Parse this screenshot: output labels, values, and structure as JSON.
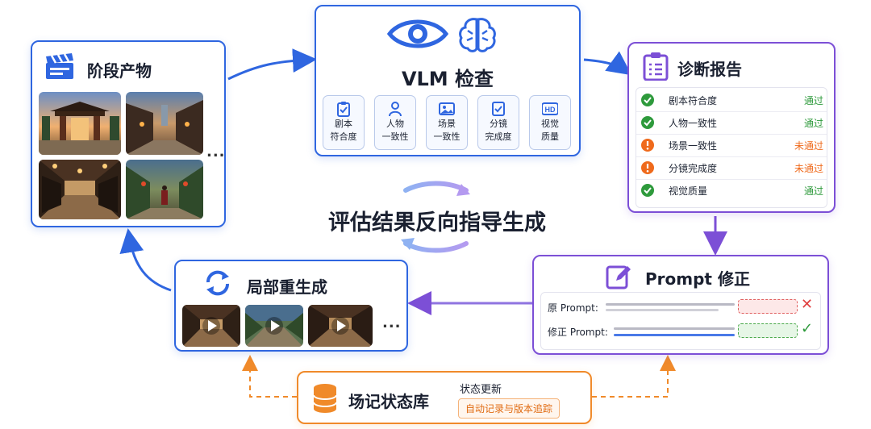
{
  "artifacts": {
    "title": "阶段产物",
    "more": "..."
  },
  "vlm": {
    "title": "VLM 检查",
    "checks": [
      {
        "line1": "剧本",
        "line2": "符合度",
        "icon": "clipboard-check-icon"
      },
      {
        "line1": "人物",
        "line2": "一致性",
        "icon": "person-icon"
      },
      {
        "line1": "场景",
        "line2": "一致性",
        "icon": "image-icon"
      },
      {
        "line1": "分镜",
        "line2": "完成度",
        "icon": "checklist-icon"
      },
      {
        "line1": "视觉",
        "line2": "质量",
        "icon": "hd-icon"
      }
    ]
  },
  "report": {
    "title": "诊断报告",
    "rows": [
      {
        "name": "剧本符合度",
        "status": "通过",
        "pass": true
      },
      {
        "name": "人物一致性",
        "status": "通过",
        "pass": true
      },
      {
        "name": "场景一致性",
        "status": "未通过",
        "pass": false
      },
      {
        "name": "分镜完成度",
        "status": "未通过",
        "pass": false
      },
      {
        "name": "视觉质量",
        "status": "通过",
        "pass": true
      }
    ],
    "colors": {
      "pass": "#2e9a3c",
      "fail": "#ef6a1c"
    }
  },
  "center": {
    "text": "评估结果反向指导生成"
  },
  "prompt_fix": {
    "title": "Prompt 修正",
    "original_label": "原 Prompt:",
    "revised_label": "修正 Prompt:"
  },
  "regen": {
    "title": "局部重生成",
    "more": "..."
  },
  "store": {
    "title": "场记状态库",
    "update_label": "状态更新",
    "badge": "自动记录与版本追踪"
  },
  "colors": {
    "blue": "#2f66e0",
    "purple": "#7c4fd6",
    "orange": "#f08a2a"
  }
}
